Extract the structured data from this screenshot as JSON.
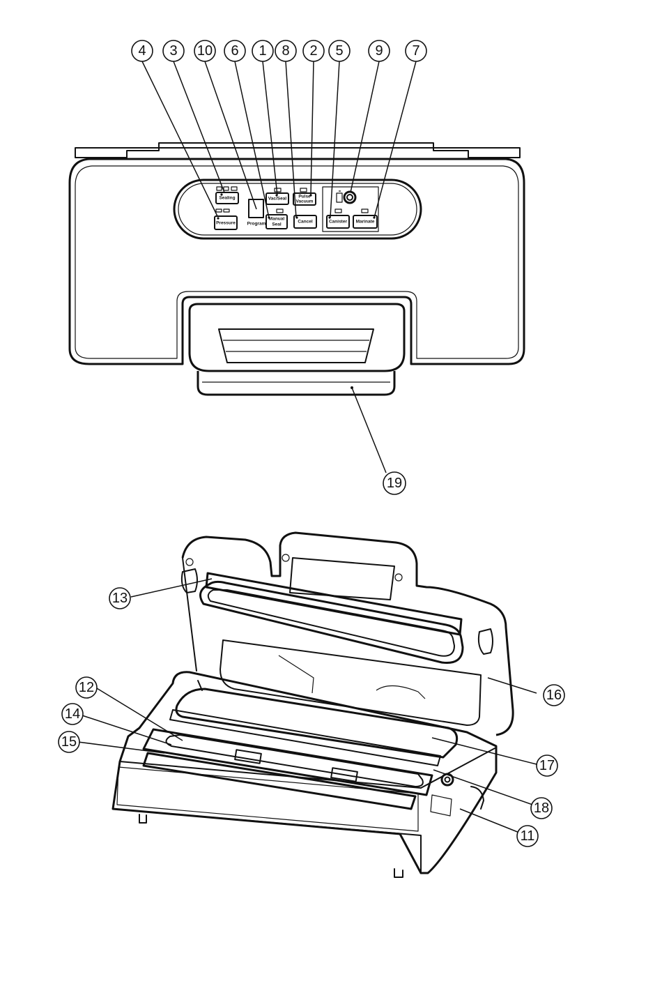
{
  "panel_labels": {
    "sealing": "Sealing",
    "vac_seal": "Vac/Seal",
    "pulse_vacuum_line1": "Pulse",
    "pulse_vacuum_line2": "Vacuum",
    "pressure": "Pressure",
    "program": "Program",
    "manual_seal_line1": "Manual",
    "manual_seal_line2": "Seal",
    "cancel": "Cancel",
    "canister": "Canister",
    "marinate": "Marinate"
  },
  "callouts_top": [
    "4",
    "3",
    "10",
    "6",
    "1",
    "8",
    "2",
    "5",
    "9",
    "7",
    "19"
  ],
  "callouts_bottom": [
    "13",
    "12",
    "14",
    "15",
    "16",
    "17",
    "18",
    "11"
  ]
}
